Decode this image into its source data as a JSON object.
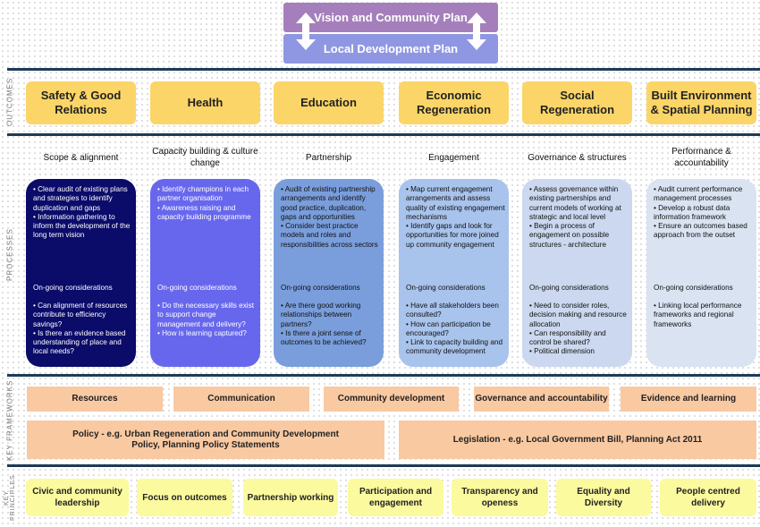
{
  "plans": {
    "vision": "Vision and Community Plan",
    "local": "Local Development Plan"
  },
  "section_labels": {
    "outcomes": "OUTCOMES",
    "processes": "PROCESSES",
    "frameworks": "KEY FRAMEWORKS",
    "principles": "KEY PRINCIPLES"
  },
  "outcomes": [
    "Safety & Good Relations",
    "Health",
    "Education",
    "Economic Regeneration",
    "Social Regeneration",
    "Built Environment & Spatial Planning"
  ],
  "processes": [
    {
      "heading": "Scope & alignment",
      "text": "• Clear audit of existing plans and strategies to identify duplication and gaps\n• Information gathering to inform the development of the long term vision",
      "ongoing": "On-going considerations",
      "considerations": "• Can alignment of resources contribute to efficiency savings?\n• Is there an evidence based understanding of place and local needs?"
    },
    {
      "heading": "Capacity building & culture change",
      "text": "• Identify champions in each partner organisation\n• Awareness raising and capacity building programme",
      "ongoing": "On-going considerations",
      "considerations": "• Do the necessary skills exist to support change management and delivery?\n• How is learning captured?"
    },
    {
      "heading": "Partnership",
      "text": "• Audit of existing partnership arrangements and identify good practice, duplication, gaps and opportunities\n• Consider best practice models and roles and responsibilities across sectors",
      "ongoing": "On-going considerations",
      "considerations": "• Are there good working relationships between partners?\n• Is there a joint sense of outcomes to be achieved?"
    },
    {
      "heading": "Engagement",
      "text": "• Map current engagement arrangements and assess quality of existing engagement mechanisms\n• Identify gaps and look for opportunities for more joined up community engagement",
      "ongoing": "On-going considerations",
      "considerations": "• Have all stakeholders been consulted?\n• How can participation be encouraged?\n• Link to capacity building and community development"
    },
    {
      "heading": "Governance & structures",
      "text": "• Assess governance within existing partnerships and current models of working at strategic and local level\n• Begin a process of engagement on possible structures - architecture",
      "ongoing": "On-going considerations",
      "considerations": "• Need to consider roles, decision making and resource allocation\n• Can responsibility and control be shared?\n• Political dimension"
    },
    {
      "heading": "Performance & accountability",
      "text": "• Audit current performance management processes\n• Develop a robust data information framework\n• Ensure an outcomes based approach from the outset",
      "ongoing": "On-going considerations",
      "considerations": "• Linking local performance frameworks and regional frameworks"
    }
  ],
  "frameworks": [
    "Resources",
    "Communication",
    "Community development",
    "Governance and accountability",
    "Evidence and learning"
  ],
  "frameworks_wide": [
    "Policy - e.g. Urban Regeneration and Community Development Policy, Planning Policy Statements",
    "Legislation - e.g. Local Government Bill, Planning Act 2011"
  ],
  "principles": [
    "Civic and community leadership",
    "Focus on outcomes",
    "Partnership working",
    "Participation and engagement",
    "Transparency and openess",
    "Equality and Diversity",
    "People centred delivery"
  ],
  "colors": {
    "outcome": "#fbd568",
    "framework": "#f9c9a2",
    "principle": "#fbfa9e",
    "rule": "#1d3b56",
    "vision": "#a57fbb",
    "local": "#8f97e2"
  }
}
